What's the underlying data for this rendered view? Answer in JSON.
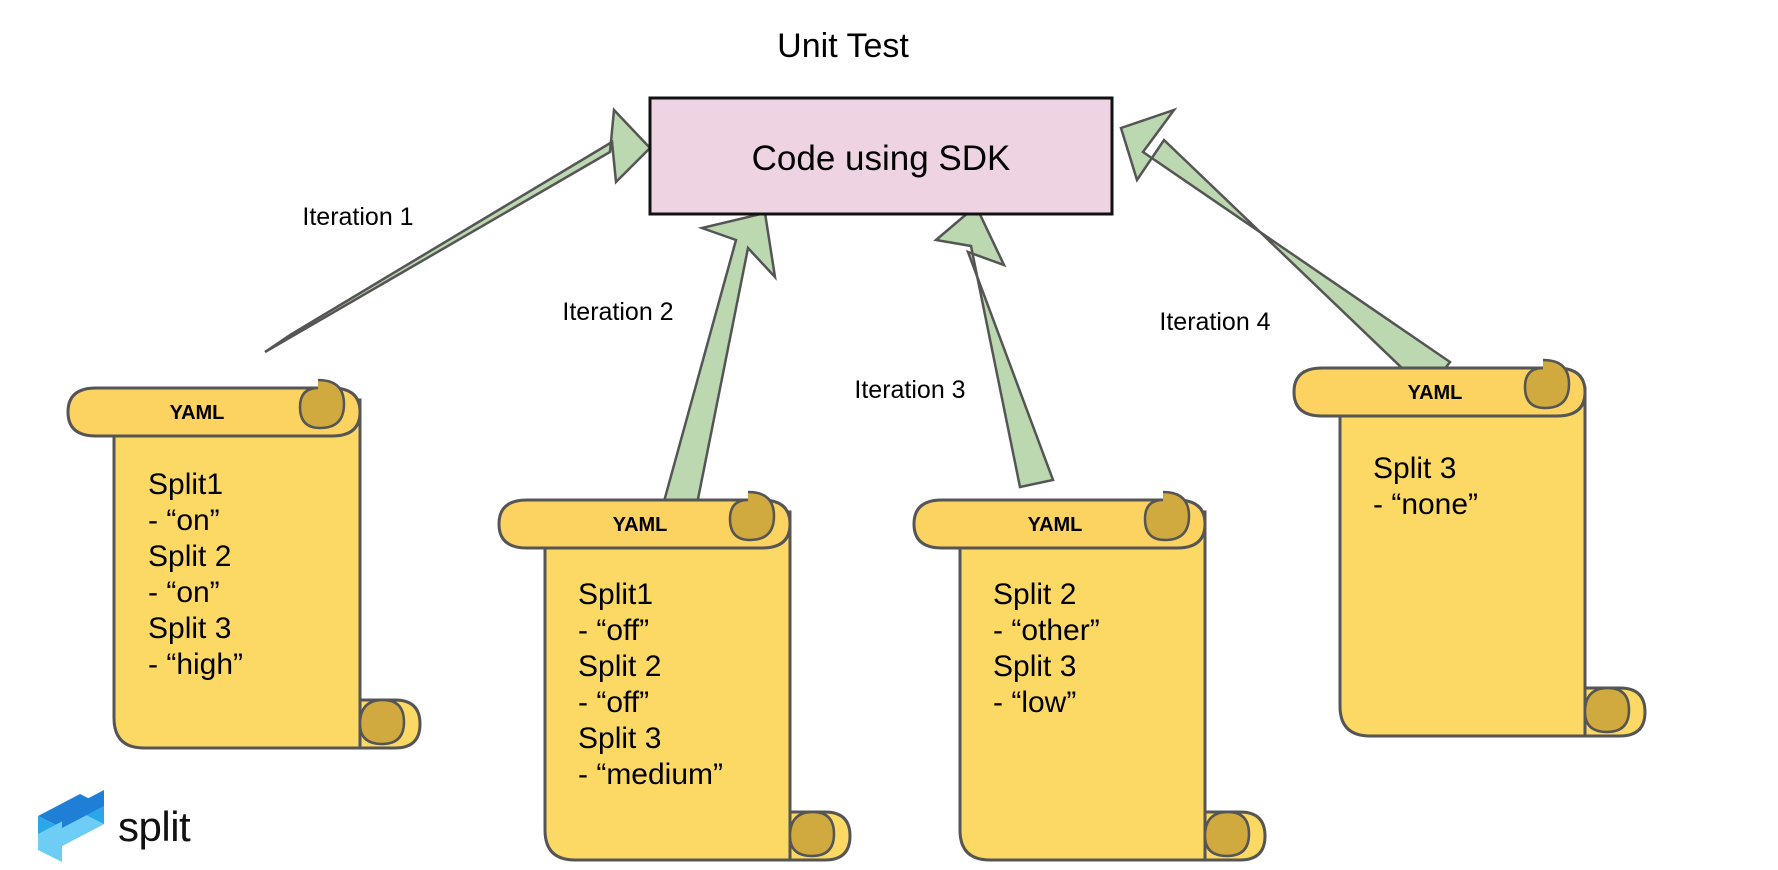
{
  "diagram": {
    "title": "Unit Test",
    "center_node": {
      "label": "Code using SDK",
      "fill_color": "#eed3e2",
      "stroke_color": "#111111"
    },
    "arrow_color": "#bcd8b0",
    "arrow_stroke": "#555555",
    "scroll_fill": "#fcd864",
    "scroll_tab_fill": "#fcd261",
    "scroll_curl_fill": "#d0a93f",
    "scroll_stroke": "#555555",
    "edges": [
      {
        "label": "Iteration 1"
      },
      {
        "label": "Iteration 2"
      },
      {
        "label": "Iteration 3"
      },
      {
        "label": "Iteration 4"
      }
    ],
    "scrolls": [
      {
        "tab_label": "YAML",
        "lines": [
          "Split1",
          " - “on”",
          "Split 2",
          "- “on”",
          "Split 3",
          "- “high”"
        ]
      },
      {
        "tab_label": "YAML",
        "lines": [
          "Split1",
          " - “off”",
          "Split 2",
          "- “off”",
          "Split 3",
          "- “medium”"
        ]
      },
      {
        "tab_label": "YAML",
        "lines": [
          "Split 2",
          "- “other”",
          "Split 3",
          "- “low”"
        ]
      },
      {
        "tab_label": "YAML",
        "lines": [
          "Split 3",
          "- “none”"
        ]
      }
    ],
    "logo": {
      "wordmark": "split",
      "mark_colors": [
        "#1f7fd6",
        "#2aa7e8",
        "#6ecdf5"
      ]
    }
  }
}
